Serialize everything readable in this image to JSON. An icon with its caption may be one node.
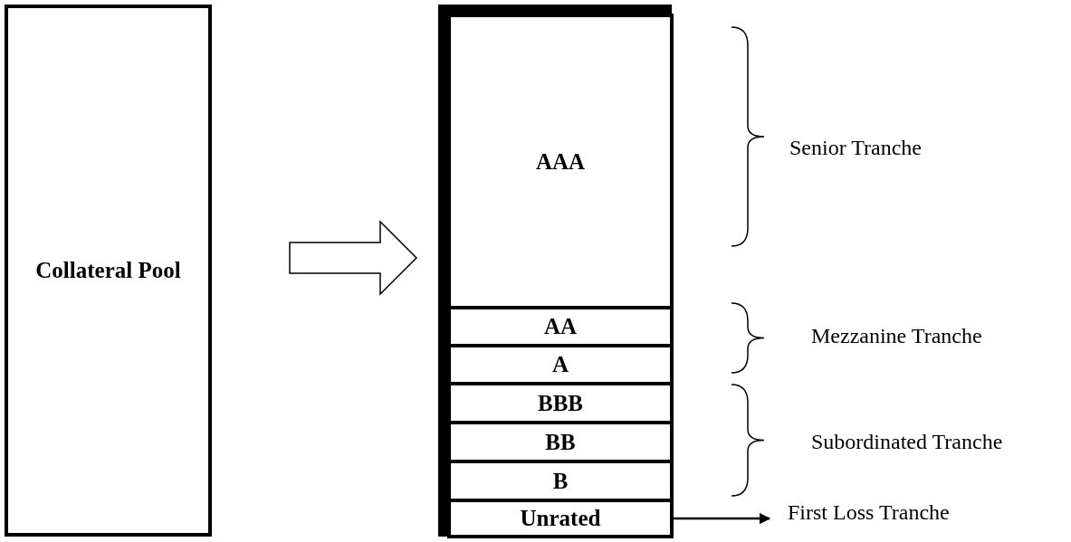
{
  "diagram": {
    "nodes": [
      {
        "text": [
          "Collateral Pool"
        ]
      },
      {
        "text": [],
        "shape": "box"
      },
      {
        "text": [
          "AAA"
        ],
        "in": 1
      },
      {
        "text": [
          "AA"
        ],
        "in": 1
      },
      {
        "text": [
          "A"
        ],
        "in": 1
      },
      {
        "text": [
          "BBB"
        ],
        "in": 1
      },
      {
        "text": [
          "BB"
        ],
        "in": 1
      },
      {
        "text": [
          "B"
        ],
        "in": 1
      },
      {
        "text": [
          "Unrated"
        ],
        "in": 1
      },
      {
        "text": [
          "First Loss Tranche"
        ]
      }
    ],
    "edges": [
      {
        "from": 0,
        "to": 1,
        "arrow": "to",
        "style": "thick"
      },
      {
        "from": 8,
        "to": 9,
        "arrow": "to"
      }
    ],
    "labels": [
      "Senior Tranche",
      "Mezzanine Tranche",
      "Subordinated Tranche"
    ]
  }
}
